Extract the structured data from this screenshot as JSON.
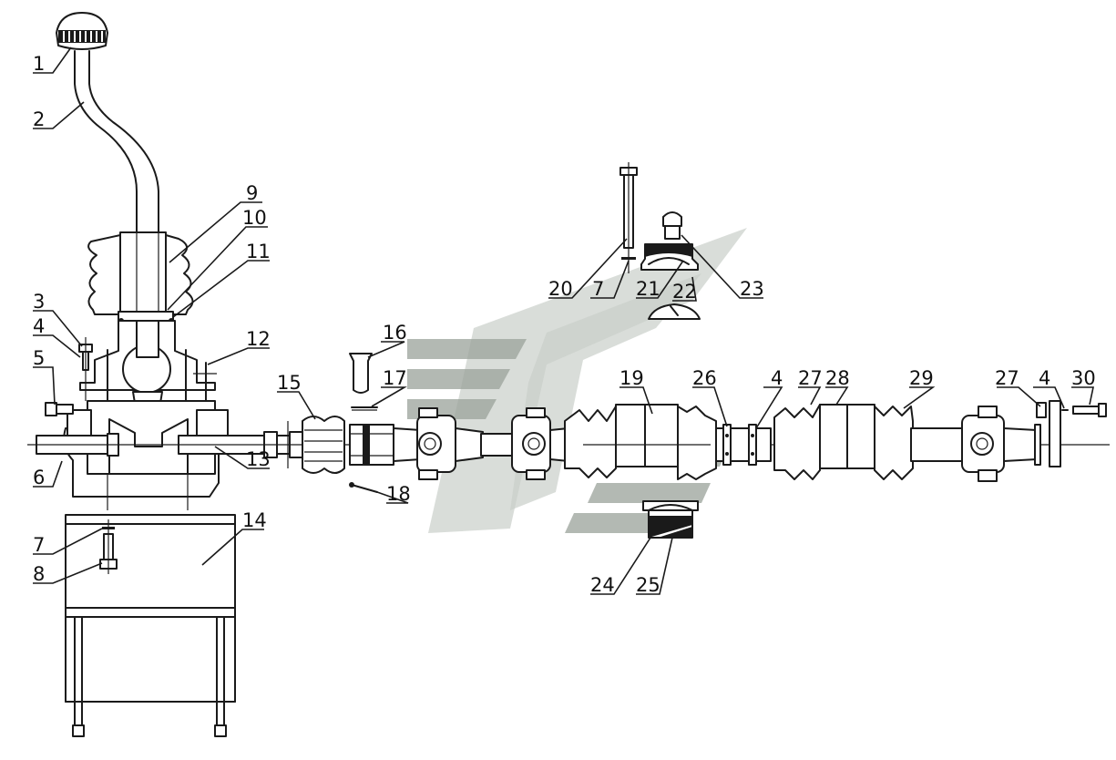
{
  "diagram": {
    "colors": {
      "line": "#1a1a1a",
      "background": "#ffffff",
      "watermark": "#9aa19a"
    },
    "callouts": [
      {
        "id": "c1",
        "text": "1"
      },
      {
        "id": "c2",
        "text": "2"
      },
      {
        "id": "c3",
        "text": "3"
      },
      {
        "id": "c4a",
        "text": "4"
      },
      {
        "id": "c5",
        "text": "5"
      },
      {
        "id": "c6",
        "text": "6"
      },
      {
        "id": "c7a",
        "text": "7"
      },
      {
        "id": "c8",
        "text": "8"
      },
      {
        "id": "c9",
        "text": "9"
      },
      {
        "id": "c10",
        "text": "10"
      },
      {
        "id": "c11",
        "text": "11"
      },
      {
        "id": "c12",
        "text": "12"
      },
      {
        "id": "c13",
        "text": "13"
      },
      {
        "id": "c14",
        "text": "14"
      },
      {
        "id": "c15",
        "text": "15"
      },
      {
        "id": "c16",
        "text": "16"
      },
      {
        "id": "c17",
        "text": "17"
      },
      {
        "id": "c18",
        "text": "18"
      },
      {
        "id": "c19",
        "text": "19"
      },
      {
        "id": "c20",
        "text": "20"
      },
      {
        "id": "c7b",
        "text": "7"
      },
      {
        "id": "c21",
        "text": "21"
      },
      {
        "id": "c22",
        "text": "22"
      },
      {
        "id": "c23",
        "text": "23"
      },
      {
        "id": "c24",
        "text": "24"
      },
      {
        "id": "c25",
        "text": "25"
      },
      {
        "id": "c26",
        "text": "26"
      },
      {
        "id": "c4b",
        "text": "4"
      },
      {
        "id": "c27a",
        "text": "27"
      },
      {
        "id": "c28",
        "text": "28"
      },
      {
        "id": "c29",
        "text": "29"
      },
      {
        "id": "c27b",
        "text": "27"
      },
      {
        "id": "c4c",
        "text": "4"
      },
      {
        "id": "c30",
        "text": "30"
      }
    ]
  }
}
